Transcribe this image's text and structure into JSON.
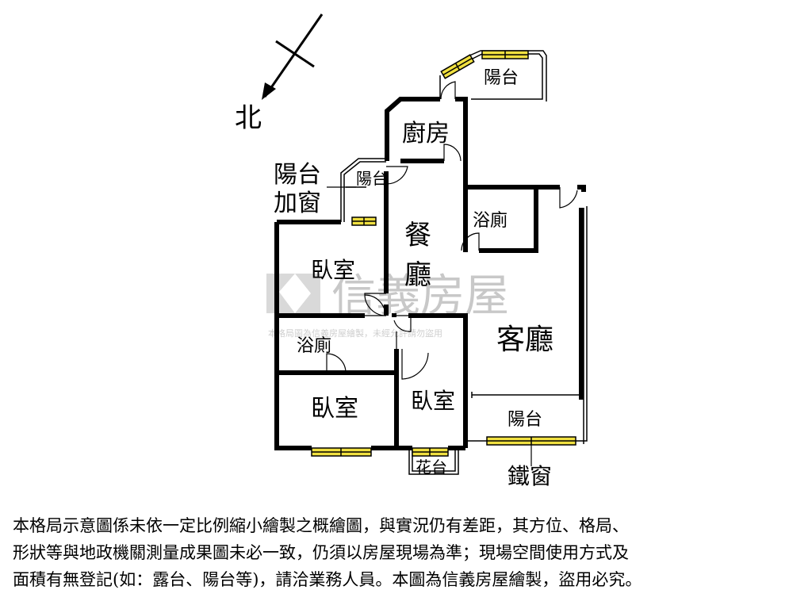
{
  "compass": {
    "label": "北"
  },
  "rooms": {
    "balcony_top": "陽台",
    "kitchen": "廚房",
    "balcony_small": "陽台",
    "balcony_window_note_line1": "陽台",
    "balcony_window_note_line2": "加窗",
    "bath_right": "浴廁",
    "dining_1": "餐",
    "dining_2": "廳",
    "bedroom_upper": "臥室",
    "living": "客廳",
    "bath_left": "浴廁",
    "bedroom_lower_left": "臥室",
    "bedroom_middle": "臥室",
    "balcony_bottom": "陽台",
    "planter": "花台",
    "iron_window": "鐵窗"
  },
  "watermark": {
    "brand": "信義房屋",
    "notice": "本格局圖為信義房屋繪製，未經允許請勿盜用"
  },
  "colors": {
    "wall": "#000000",
    "window_fill": "#f0e040",
    "watermark": "#c8c8c8"
  },
  "disclaimer": [
    "本格局示意圖係未依一定比例縮小繪製之概繪圖，與實況仍有差距，其方位、格局、",
    "形狀等與地政機關測量成果圖未必一致，仍須以房屋現場為準；現場空間使用方式及",
    "面積有無登記(如：露台、陽台等)，請洽業務人員。本圖為信義房屋繪製，盜用必究。"
  ]
}
